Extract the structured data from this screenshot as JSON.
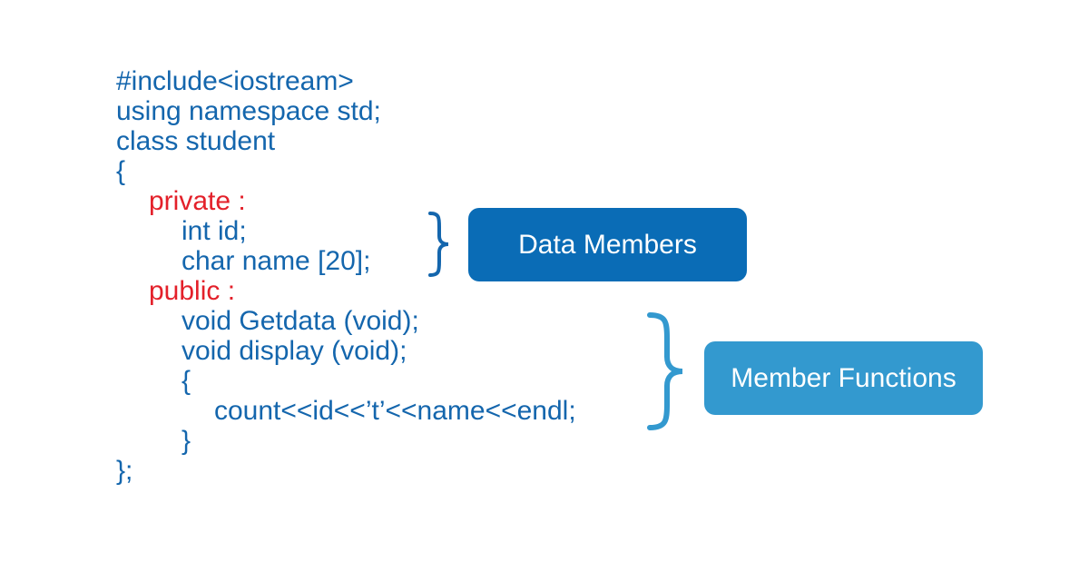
{
  "code": {
    "line_include": "#include<iostream>",
    "line_using": "using namespace std;",
    "line_class": "class student",
    "line_open": "{",
    "line_private": "private :",
    "line_int_id": "int id;",
    "line_char_name": "char name [20];",
    "line_public": "public :",
    "line_getdata": "void Getdata (void);",
    "line_display": "void display (void);",
    "line_inner_open": "{",
    "line_count": "count<<id<<’t’<<name<<endl;",
    "line_inner_close": "}",
    "line_close": "};"
  },
  "labels": {
    "data_members": "Data Members",
    "member_functions": "Member Functions"
  },
  "colors": {
    "code_text": "#1466ad",
    "keyword": "#e3202a",
    "data_members_box": "#0a6cb6",
    "member_functions_box": "#3399cf",
    "background": "#ffffff"
  }
}
